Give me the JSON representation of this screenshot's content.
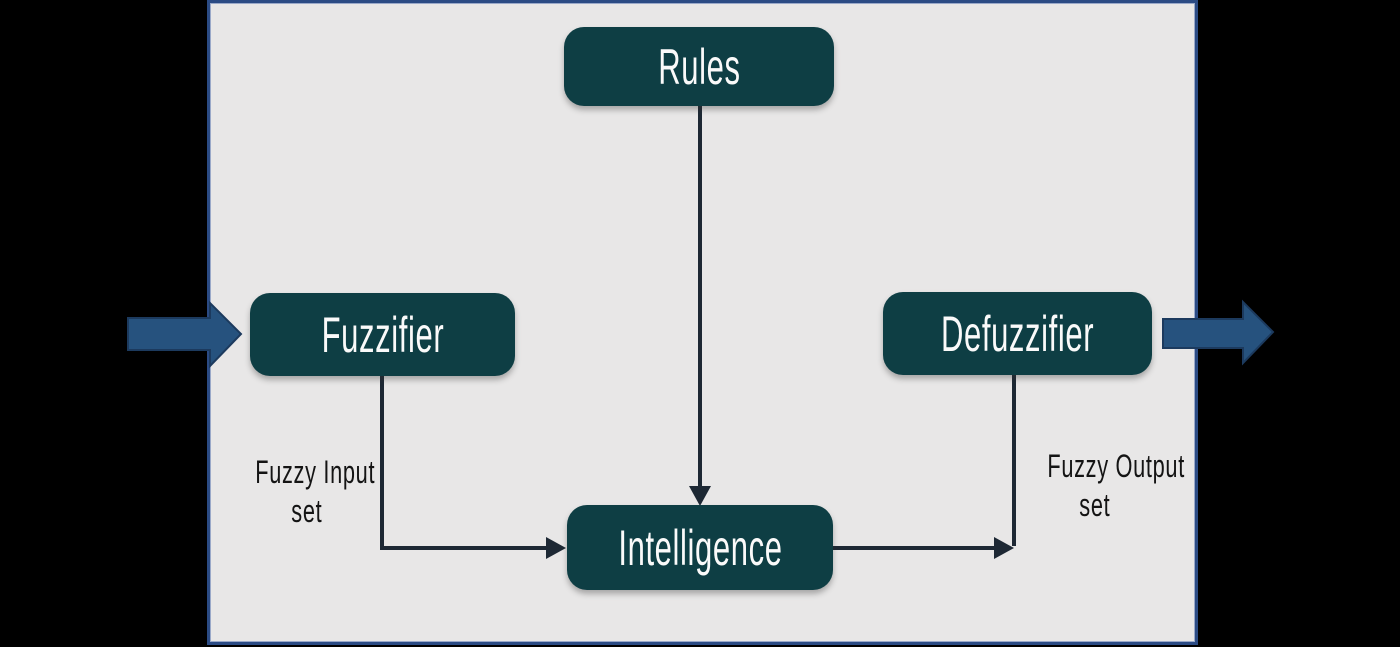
{
  "diagram": {
    "boxes": {
      "rules": "Rules",
      "fuzzifier": "Fuzzifier",
      "intelligence": "Intelligence",
      "defuzzifier": "Defuzzifier"
    },
    "annotations": {
      "fuzzy_input": {
        "line1": "Fuzzy Input",
        "line2": "set"
      },
      "fuzzy_output": {
        "line1": "Fuzzy Output",
        "line2": "set"
      }
    },
    "connections": [
      {
        "from": "external-input",
        "to": "fuzzifier",
        "style": "block-arrow"
      },
      {
        "from": "rules",
        "to": "intelligence",
        "style": "line-arrow"
      },
      {
        "from": "fuzzifier",
        "to": "intelligence",
        "style": "elbow-arrow",
        "label": "Fuzzy Input set"
      },
      {
        "from": "intelligence",
        "to": "defuzzifier",
        "style": "elbow-arrow",
        "label": "Fuzzy Output set"
      },
      {
        "from": "defuzzifier",
        "to": "external-output",
        "style": "block-arrow"
      }
    ],
    "icons": {
      "input_arrow": "block-arrow-right-icon",
      "output_arrow": "block-arrow-right-icon"
    }
  },
  "colors": {
    "box-fill": "#0e3e44",
    "box-text": "#fafafa",
    "panel-bg": "#e8e7e7",
    "panel-border": "#2b4b84",
    "connector": "#1d2834",
    "block-arrow-fill": "#26527e",
    "block-arrow-stroke": "#1c3a5e",
    "outer-bg": "#000000",
    "label-text": "#141414"
  }
}
